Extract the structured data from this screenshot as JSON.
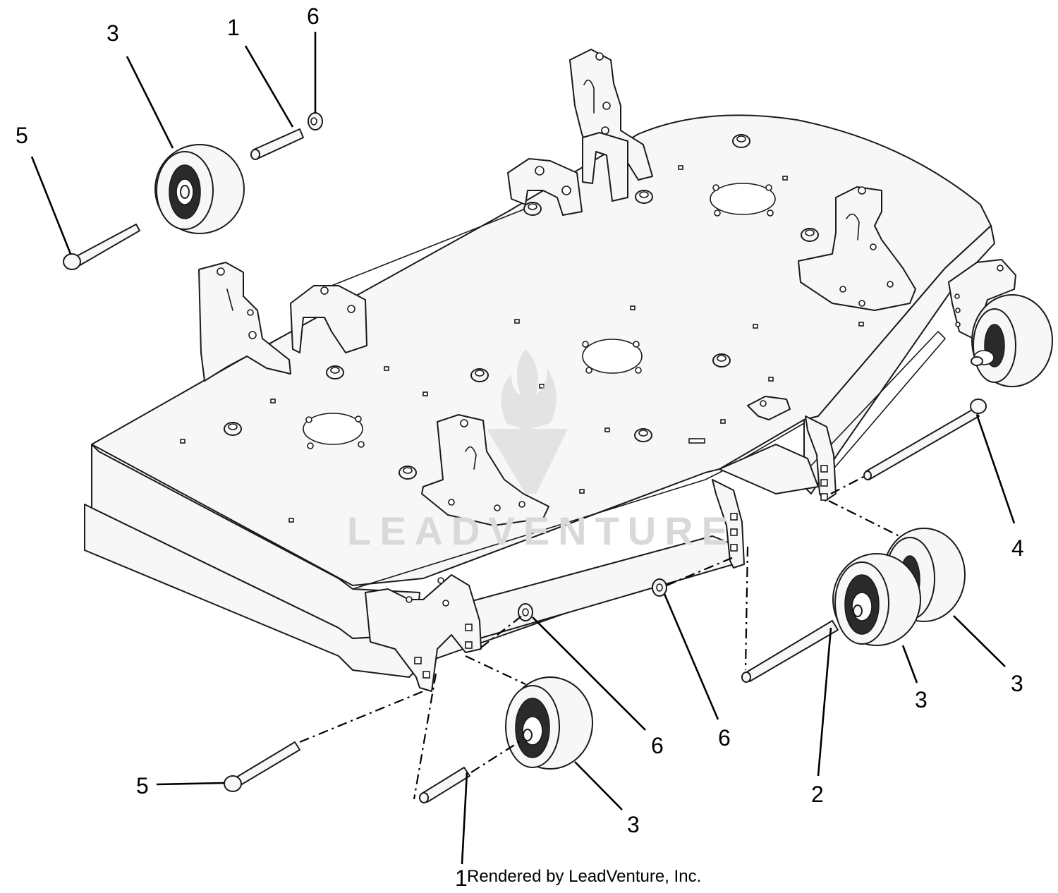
{
  "watermark": {
    "brand": "LEADVENTURE",
    "logo_icon": "flame-v-logo-icon"
  },
  "callouts": [
    {
      "id": "c3a",
      "label": "3"
    },
    {
      "id": "c1a",
      "label": "1"
    },
    {
      "id": "c6a",
      "label": "6"
    },
    {
      "id": "c5a",
      "label": "5"
    },
    {
      "id": "c4",
      "label": "4"
    },
    {
      "id": "c3b",
      "label": "3"
    },
    {
      "id": "c3c",
      "label": "3"
    },
    {
      "id": "c2",
      "label": "2"
    },
    {
      "id": "c6b",
      "label": "6"
    },
    {
      "id": "c6c",
      "label": "6"
    },
    {
      "id": "c5b",
      "label": "5"
    },
    {
      "id": "c3d",
      "label": "3"
    },
    {
      "id": "c1b",
      "label": "1"
    }
  ],
  "footer": {
    "text": "Rendered by LeadVenture, Inc."
  }
}
